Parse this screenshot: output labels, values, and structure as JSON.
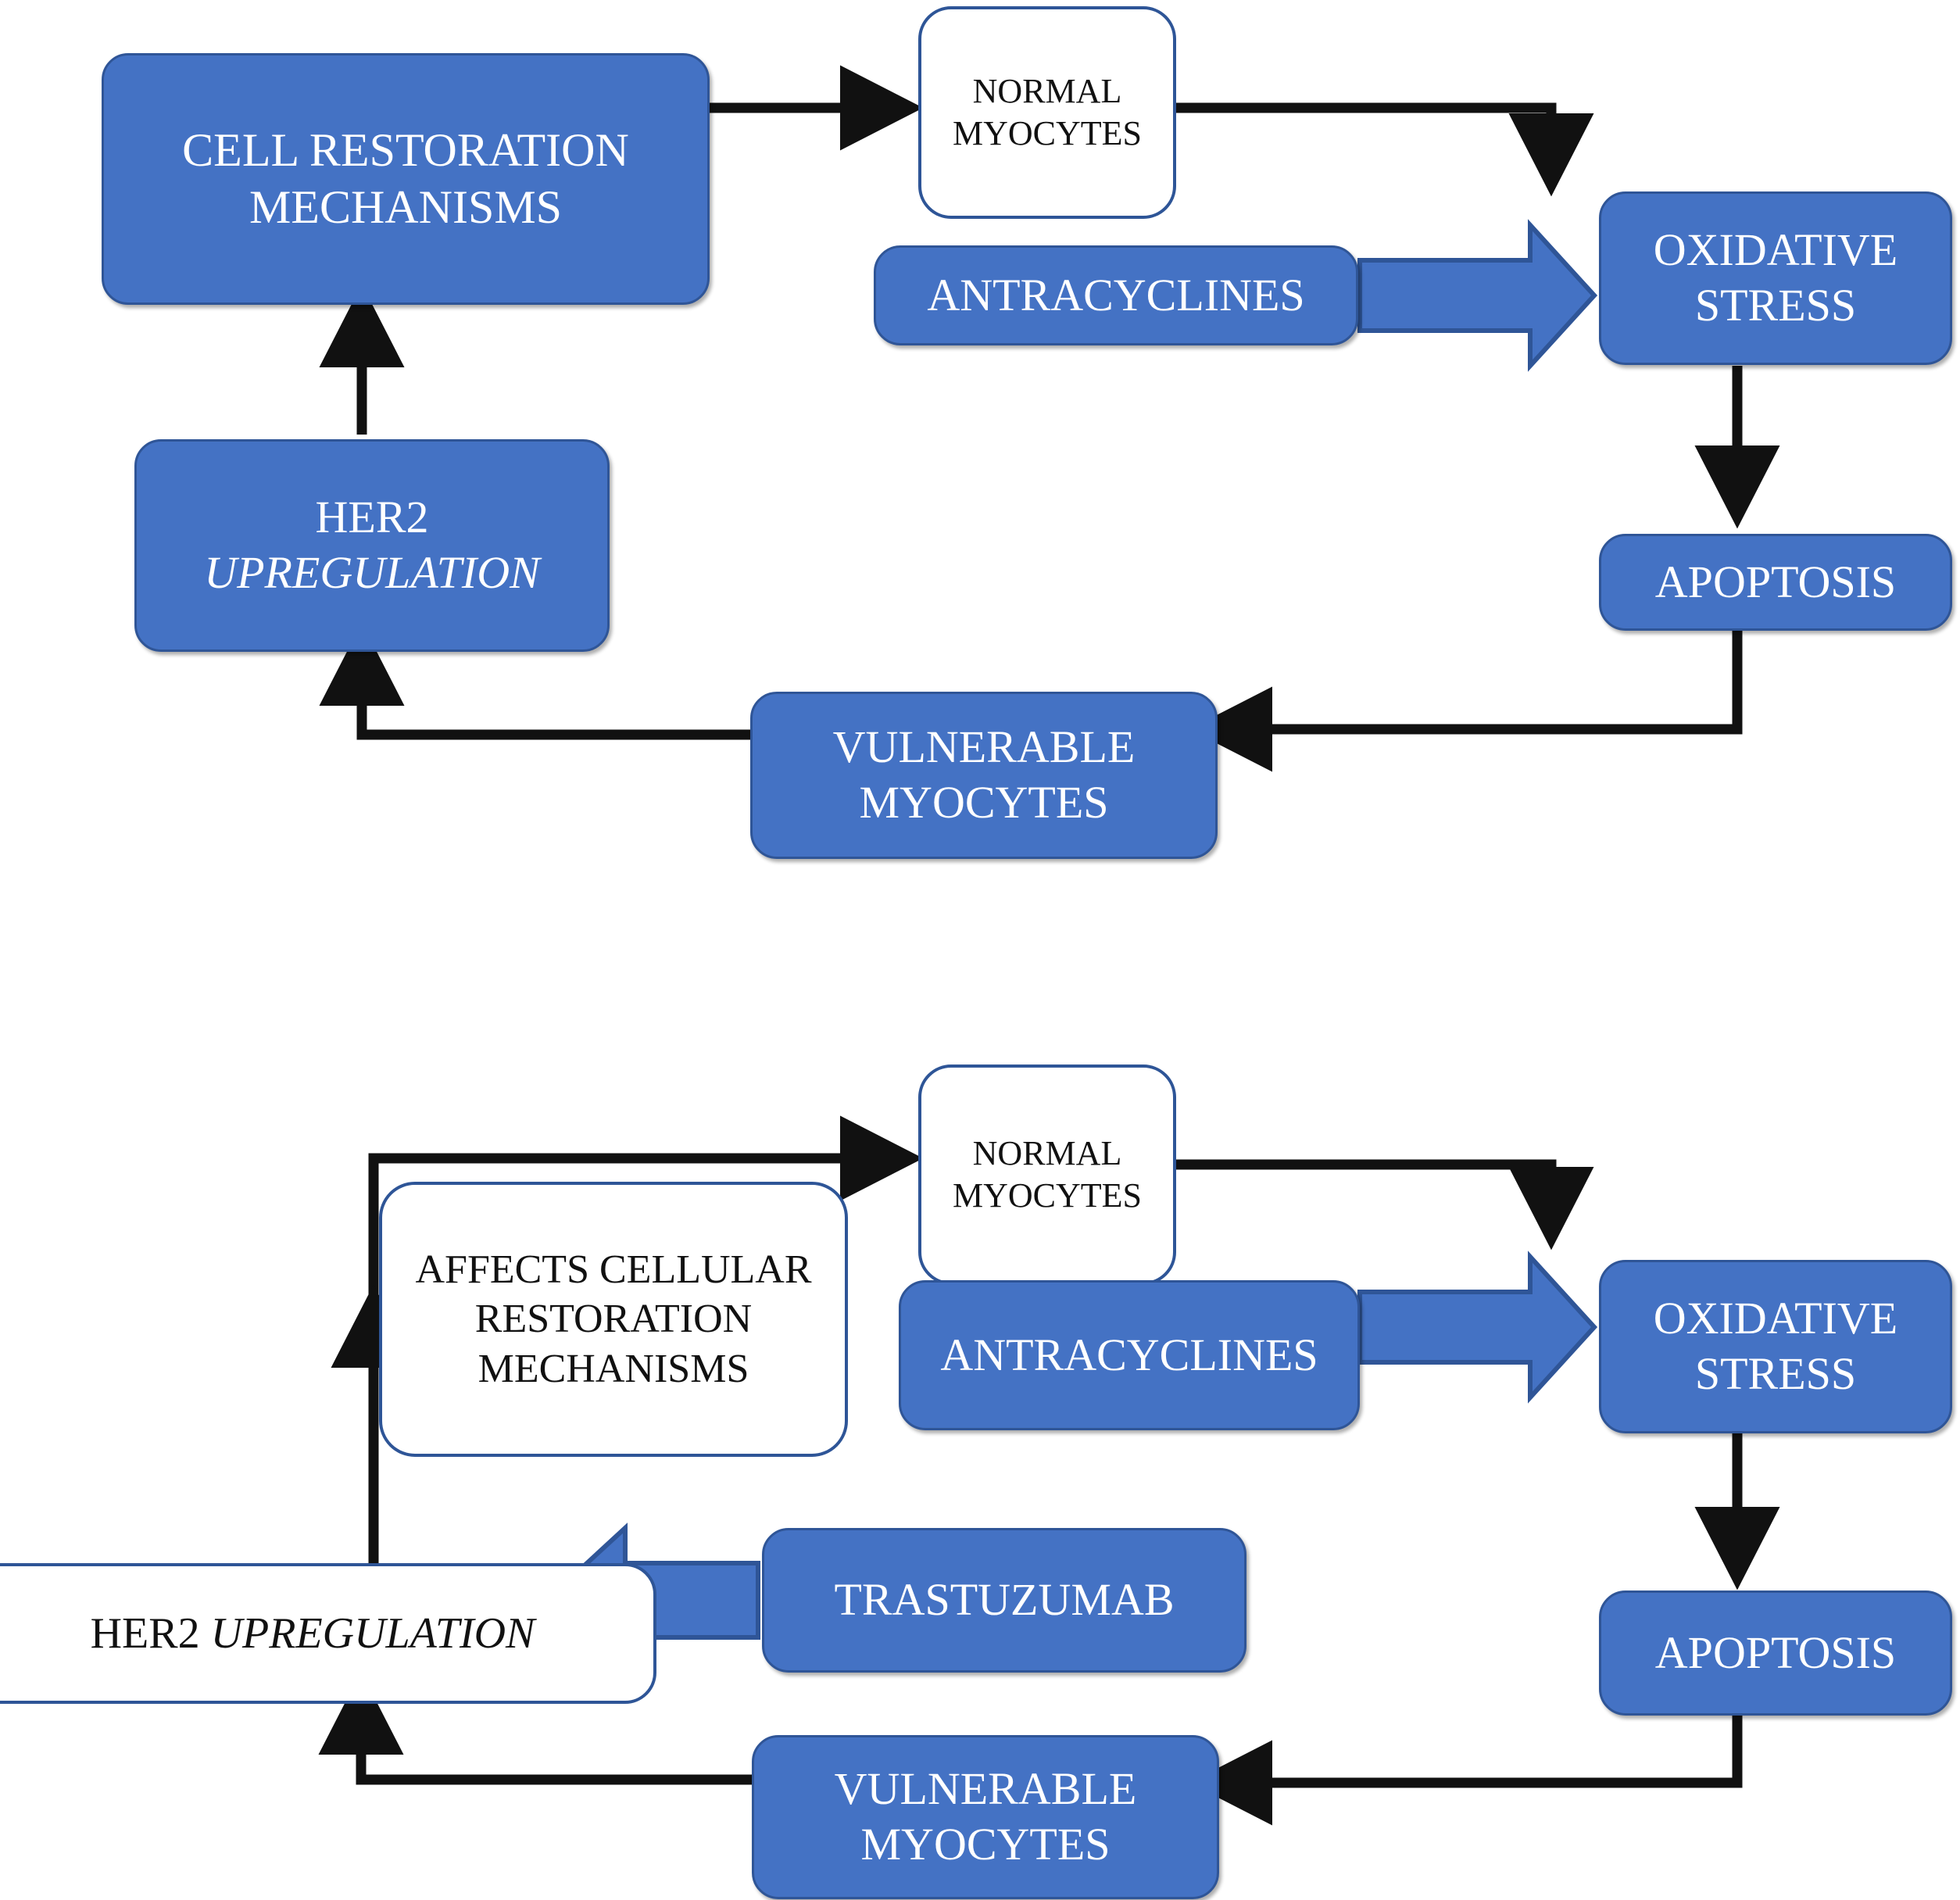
{
  "colors": {
    "fill_blue": "#4472C4",
    "border_blue": "#2F5597",
    "arrow_black": "#111111",
    "text_white": "#FFFFFF",
    "text_black": "#111111",
    "background": "#FFFFFF"
  },
  "diagram": {
    "title": "Anthracycline and trastuzumab cardiotoxicity mechanism flowchart",
    "panels": [
      {
        "id": "panel-top",
        "name": "anthracycline-only-pathway",
        "nodes": [
          {
            "id": "cell-restoration-mechanisms",
            "label": "CELL RESTORATION MECHANISMS",
            "style": "filled"
          },
          {
            "id": "normal-myocytes",
            "label": "NORMAL MYOCYTES",
            "style": "outline"
          },
          {
            "id": "antracyclines",
            "label": "ANTRACYCLINES",
            "style": "filled"
          },
          {
            "id": "oxidative-stress",
            "label": "OXIDATIVE STRESS",
            "style": "filled"
          },
          {
            "id": "apoptosis",
            "label": "APOPTOSIS",
            "style": "filled"
          },
          {
            "id": "vulnerable-myocytes",
            "label": "VULNERABLE MYOCYTES",
            "style": "filled"
          },
          {
            "id": "her2-upregulation",
            "label_plain": "HER2",
            "label_italic": "UPREGULATION",
            "style": "filled"
          }
        ],
        "edges": [
          {
            "from": "cell-restoration-mechanisms",
            "to": "normal-myocytes",
            "kind": "line-arrow"
          },
          {
            "from": "normal-myocytes",
            "to": "oxidative-stress",
            "kind": "line-arrow"
          },
          {
            "from": "antracyclines",
            "to": "oxidative-stress",
            "kind": "block-arrow"
          },
          {
            "from": "oxidative-stress",
            "to": "apoptosis",
            "kind": "line-arrow"
          },
          {
            "from": "apoptosis",
            "to": "vulnerable-myocytes",
            "kind": "line-arrow"
          },
          {
            "from": "vulnerable-myocytes",
            "to": "her2-upregulation",
            "kind": "line-arrow"
          },
          {
            "from": "her2-upregulation",
            "to": "cell-restoration-mechanisms",
            "kind": "line-arrow"
          }
        ]
      },
      {
        "id": "panel-bottom",
        "name": "anthracycline-plus-trastuzumab-pathway",
        "nodes": [
          {
            "id": "affects-cellular-restoration-mechanisms",
            "label": "AFFECTS CELLULAR RESTORATION MECHANISMS",
            "style": "outline"
          },
          {
            "id": "normal-myocytes-2",
            "label": "NORMAL MYOCYTES",
            "style": "outline"
          },
          {
            "id": "antracyclines-2",
            "label": "ANTRACYCLINES",
            "style": "filled"
          },
          {
            "id": "oxidative-stress-2",
            "label": "OXIDATIVE STRESS",
            "style": "filled"
          },
          {
            "id": "apoptosis-2",
            "label": "APOPTOSIS",
            "style": "filled"
          },
          {
            "id": "vulnerable-myocytes-2",
            "label": "VULNERABLE MYOCYTES",
            "style": "filled"
          },
          {
            "id": "her2-upregulation-2",
            "label_plain": "HER2 ",
            "label_italic": "UPREGULATION",
            "style": "outline"
          },
          {
            "id": "trastuzumab",
            "label": "TRASTUZUMAB",
            "style": "filled"
          }
        ],
        "edges": [
          {
            "from": "affects-cellular-restoration-mechanisms",
            "to": "normal-myocytes-2",
            "kind": "line-arrow"
          },
          {
            "from": "normal-myocytes-2",
            "to": "oxidative-stress-2",
            "kind": "line-arrow"
          },
          {
            "from": "antracyclines-2",
            "to": "oxidative-stress-2",
            "kind": "block-arrow"
          },
          {
            "from": "oxidative-stress-2",
            "to": "apoptosis-2",
            "kind": "line-arrow"
          },
          {
            "from": "apoptosis-2",
            "to": "vulnerable-myocytes-2",
            "kind": "line-arrow"
          },
          {
            "from": "vulnerable-myocytes-2",
            "to": "her2-upregulation-2",
            "kind": "line-arrow"
          },
          {
            "from": "her2-upregulation-2",
            "to": "affects-cellular-restoration-mechanisms",
            "kind": "line-arrow"
          },
          {
            "from": "trastuzumab",
            "to": "her2-upregulation-2",
            "kind": "block-arrow"
          }
        ]
      }
    ]
  },
  "labels": {
    "cell_restoration_mechanisms": "CELL RESTORATION MECHANISMS",
    "normal_myocytes": "NORMAL MYOCYTES",
    "antracyclines": "ANTRACYCLINES",
    "oxidative_stress": "OXIDATIVE STRESS",
    "apoptosis": "APOPTOSIS",
    "vulnerable_myocytes": "VULNERABLE MYOCYTES",
    "her2": "HER2",
    "upregulation": "UPREGULATION",
    "her2_inline": "HER2 ",
    "affects_cellular_restoration_mechanisms": "AFFECTS CELLULAR RESTORATION MECHANISMS",
    "trastuzumab": "TRASTUZUMAB"
  }
}
